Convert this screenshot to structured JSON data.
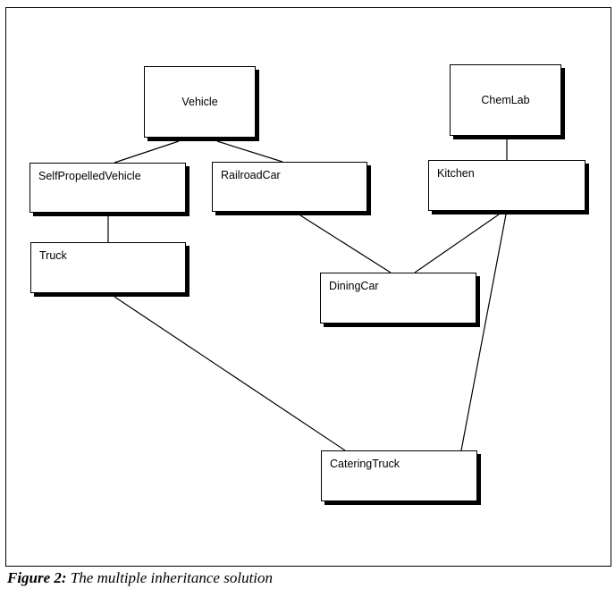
{
  "figure": {
    "caption_label": "Figure 2:",
    "caption_text": "The multiple inheritance solution"
  },
  "classes": {
    "vehicle": "Vehicle",
    "chemlab": "ChemLab",
    "self_propelled_vehicle": "SelfPropelledVehicle",
    "railroad_car": "RailroadCar",
    "kitchen": "Kitchen",
    "truck": "Truck",
    "dining_car": "DiningCar",
    "catering_truck": "CateringTruck"
  },
  "inheritance": [
    {
      "parent": "Vehicle",
      "child": "SelfPropelledVehicle"
    },
    {
      "parent": "Vehicle",
      "child": "RailroadCar"
    },
    {
      "parent": "ChemLab",
      "child": "Kitchen"
    },
    {
      "parent": "SelfPropelledVehicle",
      "child": "Truck"
    },
    {
      "parent": "RailroadCar",
      "child": "DiningCar"
    },
    {
      "parent": "Kitchen",
      "child": "DiningCar"
    },
    {
      "parent": "Truck",
      "child": "CateringTruck"
    },
    {
      "parent": "Kitchen",
      "child": "CateringTruck"
    }
  ]
}
